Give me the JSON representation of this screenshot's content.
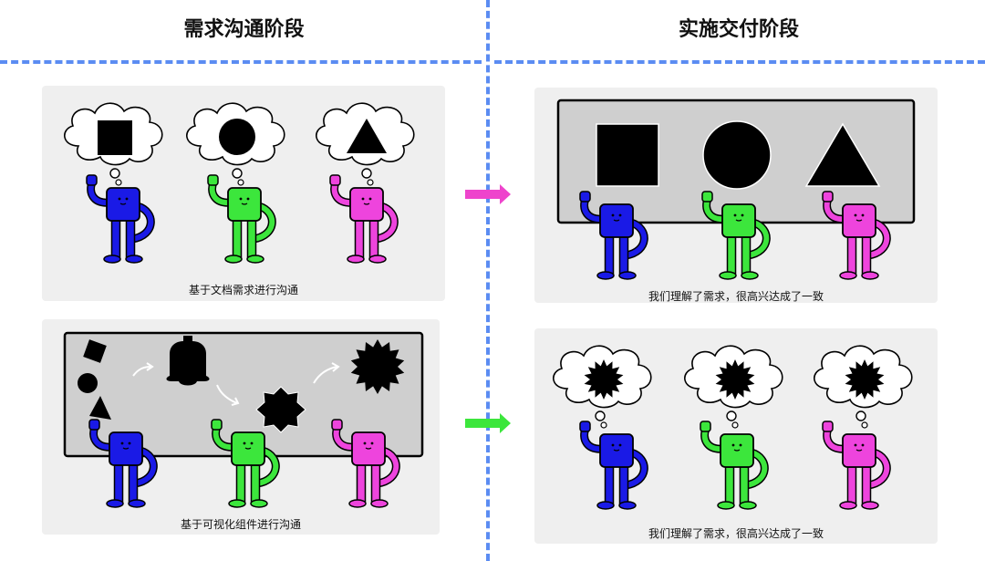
{
  "headers": {
    "left": "需求沟通阶段",
    "right": "实施交付阶段"
  },
  "panels": {
    "doc_comm": {
      "caption": "基于文档需求进行沟通"
    },
    "visual_comm": {
      "caption": "基于可视化组件进行沟通"
    },
    "board_result": {
      "caption": "我们理解了需求，很高兴达成了一致"
    },
    "thought_result": {
      "caption": "我们理解了需求，很高兴达成了一致"
    }
  },
  "colors": {
    "character_blue": "#1a1ae6",
    "character_green": "#3ce63c",
    "character_pink": "#ee44dd",
    "arrow_pink": "#ee44cc",
    "arrow_green": "#3ce63c",
    "divider_blue": "#5b8cf2",
    "board_gray": "#cfcfcf"
  }
}
